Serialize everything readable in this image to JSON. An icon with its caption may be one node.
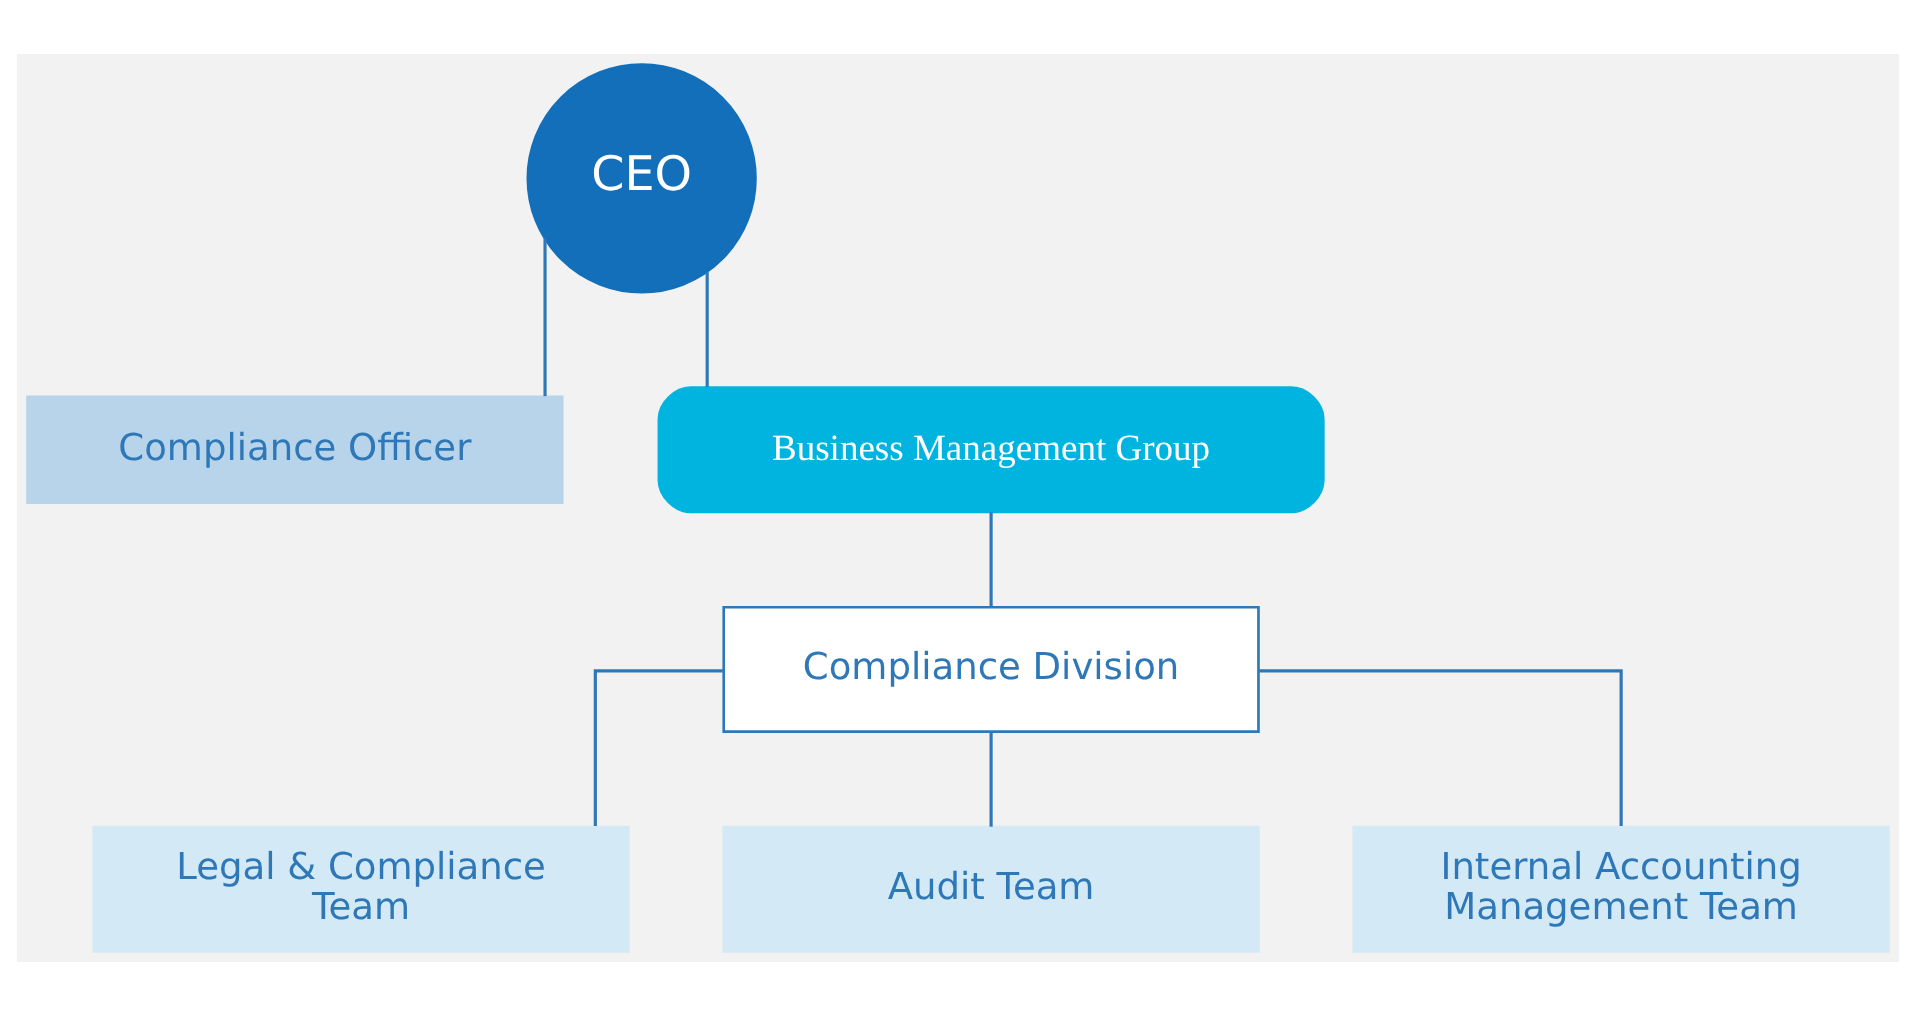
{
  "diagram": {
    "nodes": [
      {
        "text": [
          "CEO"
        ]
      },
      {
        "text": [
          "Compliance Officer"
        ]
      },
      {
        "text": [
          "Business Management Group"
        ]
      },
      {
        "text": [
          "Compliance Division"
        ]
      },
      {
        "text": [
          "Legal & Compliance Team"
        ]
      },
      {
        "text": [
          "Audit Team"
        ]
      },
      {
        "text": [
          "Internal Accounting Management Team"
        ]
      }
    ],
    "edges": [
      {
        "from": 0,
        "to": 1,
        "arrow": "none"
      },
      {
        "from": 0,
        "to": 2,
        "arrow": "none"
      },
      {
        "from": 2,
        "to": 3,
        "arrow": "none"
      },
      {
        "from": 3,
        "to": 4,
        "arrow": "none"
      },
      {
        "from": 3,
        "to": 5,
        "arrow": "none"
      },
      {
        "from": 3,
        "to": 6,
        "arrow": "none"
      }
    ]
  }
}
